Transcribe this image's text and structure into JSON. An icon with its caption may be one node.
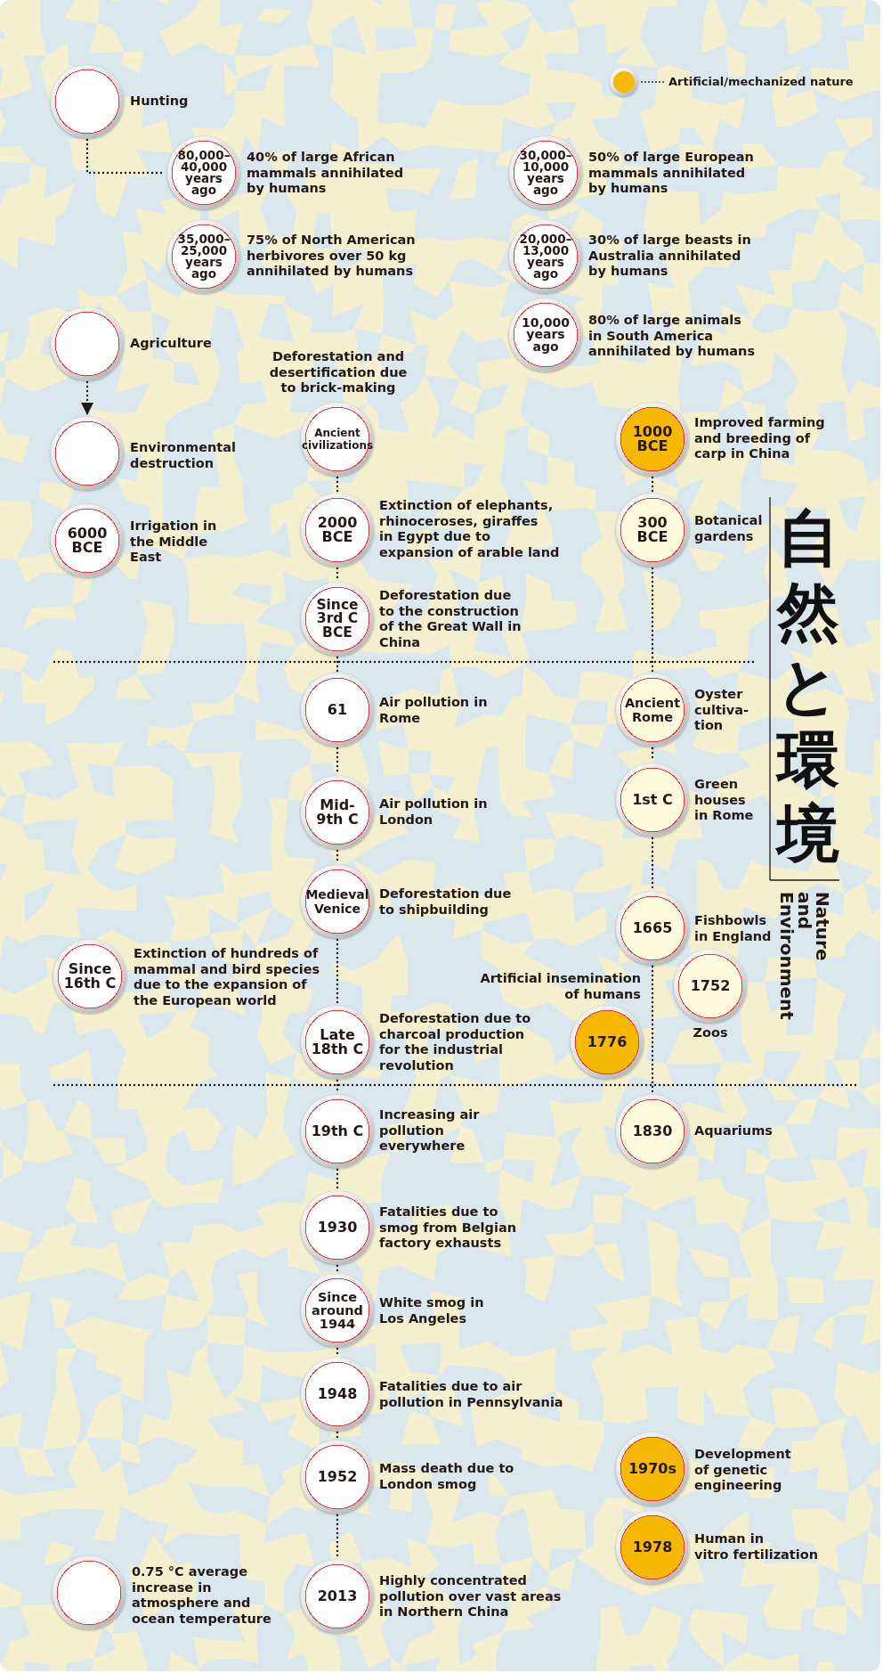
{
  "diagram": {
    "title": "自然と環境",
    "nodes": [
      {
        "text": [],
        "shape": "circle",
        "beside": [
          "Hunting"
        ]
      },
      {
        "text": [
          "80,000– 40,000 years ago"
        ],
        "beside": [
          "40% of large African mammals annihilated by humans"
        ]
      },
      {
        "text": [
          "30,000– 10,000 years ago"
        ],
        "beside": [
          "50% of large European mammals annihilated by humans"
        ]
      },
      {
        "text": [
          "35,000– 25,000 years ago"
        ],
        "beside": [
          "75% of North American herbivores over 50 kg annihilated by humans"
        ]
      },
      {
        "text": [
          "20,000– 13,000 years ago"
        ],
        "beside": [
          "30% of large beasts in Australia annihilated by humans"
        ]
      },
      {
        "text": [
          "10,000 years ago"
        ],
        "beside": [
          "80% of large animals in South America annihilated by humans"
        ]
      },
      {
        "text": [],
        "shape": "circle",
        "beside": [
          "Agriculture"
        ]
      },
      {
        "text": [],
        "shape": "circle",
        "beside": [
          "Environmental destruction"
        ]
      },
      {
        "text": [
          "Ancient civilizations"
        ],
        "beside": [
          "Deforestation and desertification due to brick-making"
        ]
      },
      {
        "text": [
          "1000 BCE"
        ],
        "beside": [
          "Improved farming and breeding of carp in China"
        ]
      },
      {
        "text": [
          "6000 BCE"
        ],
        "beside": [
          "Irrigation in the Middle East"
        ]
      },
      {
        "text": [
          "2000 BCE"
        ],
        "beside": [
          "Extinction of elephants, rhinoceroses, giraffes in Egypt due to expansion of arable land"
        ]
      },
      {
        "text": [
          "300 BCE"
        ],
        "beside": [
          "Botanical gardens"
        ]
      },
      {
        "text": [
          "Since 3rd C BCE"
        ],
        "beside": [
          "Deforestation due to the construction of the Great Wall in China"
        ]
      },
      {
        "text": [
          "61"
        ],
        "beside": [
          "Air pollution in Rome"
        ]
      },
      {
        "text": [
          "Ancient Rome"
        ],
        "beside": [
          "Oyster cultiva- tion"
        ]
      },
      {
        "text": [
          "1st C"
        ],
        "beside": [
          "Green houses in Rome"
        ]
      },
      {
        "text": [
          "Mid- 9th C"
        ],
        "beside": [
          "Air pollution in London"
        ]
      },
      {
        "text": [
          "Medieval Venice"
        ],
        "beside": [
          "Deforestation due to shipbuilding"
        ]
      },
      {
        "text": [
          "1665"
        ],
        "beside": [
          "Fishbowls in England"
        ]
      },
      {
        "text": [
          "Since 16th C"
        ],
        "beside": [
          "Extinction of hundreds of mammal and bird species due to the expansion of the European world"
        ]
      },
      {
        "text": [
          "1752"
        ],
        "beside": [
          "Zoos"
        ]
      },
      {
        "text": [
          "Late 18th C"
        ],
        "beside": [
          "Deforestation due to charcoal production for the industrial revolution"
        ]
      },
      {
        "text": [
          "1776"
        ],
        "beside": [
          "Artificial insemination of humans"
        ]
      },
      {
        "text": [
          "19th C"
        ],
        "beside": [
          "Increasing air pollution everywhere"
        ]
      },
      {
        "text": [
          "1830"
        ],
        "beside": [
          "Aquariums"
        ]
      },
      {
        "text": [
          "1930"
        ],
        "beside": [
          "Fatalities due to smog from Belgian factory exhausts"
        ]
      },
      {
        "text": [
          "Since around 1944"
        ],
        "beside": [
          "White smog in Los Angeles"
        ]
      },
      {
        "text": [
          "1948"
        ],
        "beside": [
          "Fatalities due to air pollution in Pennsylvania"
        ]
      },
      {
        "text": [
          "1952"
        ],
        "beside": [
          "Mass death due to London smog"
        ]
      },
      {
        "text": [
          "1970s"
        ],
        "beside": [
          "Development of genetic engineering"
        ]
      },
      {
        "text": [
          "1978"
        ],
        "beside": [
          "Human in vitro fertilization"
        ]
      },
      {
        "text": [],
        "shape": "circle",
        "beside": [
          "0.75 °C average increase in atmosphere and ocean temperature"
        ]
      },
      {
        "text": [
          "2013"
        ],
        "beside": [
          "Highly concentrated pollution over vast areas in Northern China"
        ]
      }
    ],
    "edges": [
      {
        "from": 0,
        "to": 1,
        "arrow": "none"
      },
      {
        "from": 6,
        "to": 7,
        "arrow": "to"
      },
      {
        "from": 8,
        "to": 11,
        "arrow": "none"
      },
      {
        "from": 11,
        "to": 13,
        "arrow": "none"
      },
      {
        "from": 13,
        "to": 14,
        "arrow": "none"
      },
      {
        "from": 14,
        "to": 17,
        "arrow": "none"
      },
      {
        "from": 17,
        "to": 18,
        "arrow": "none"
      },
      {
        "from": 18,
        "to": 22,
        "arrow": "none"
      },
      {
        "from": 22,
        "to": 24,
        "arrow": "none"
      },
      {
        "from": 24,
        "to": 26,
        "arrow": "none"
      },
      {
        "from": 26,
        "to": 27,
        "arrow": "none"
      },
      {
        "from": 27,
        "to": 28,
        "arrow": "none"
      },
      {
        "from": 28,
        "to": 29,
        "arrow": "none"
      },
      {
        "from": 29,
        "to": 33,
        "arrow": "none"
      },
      {
        "from": 9,
        "to": 12,
        "arrow": "none"
      },
      {
        "from": 12,
        "to": 15,
        "arrow": "none"
      },
      {
        "from": 15,
        "to": 16,
        "arrow": "none"
      },
      {
        "from": 16,
        "to": 19,
        "arrow": "none"
      },
      {
        "from": 19,
        "to": 25,
        "arrow": "none"
      }
    ],
    "labels": [
      "Nature and Environment"
    ],
    "legend": [
      {
        "text": "Artificial/mechanized nature",
        "color": "#f6b800"
      }
    ]
  }
}
